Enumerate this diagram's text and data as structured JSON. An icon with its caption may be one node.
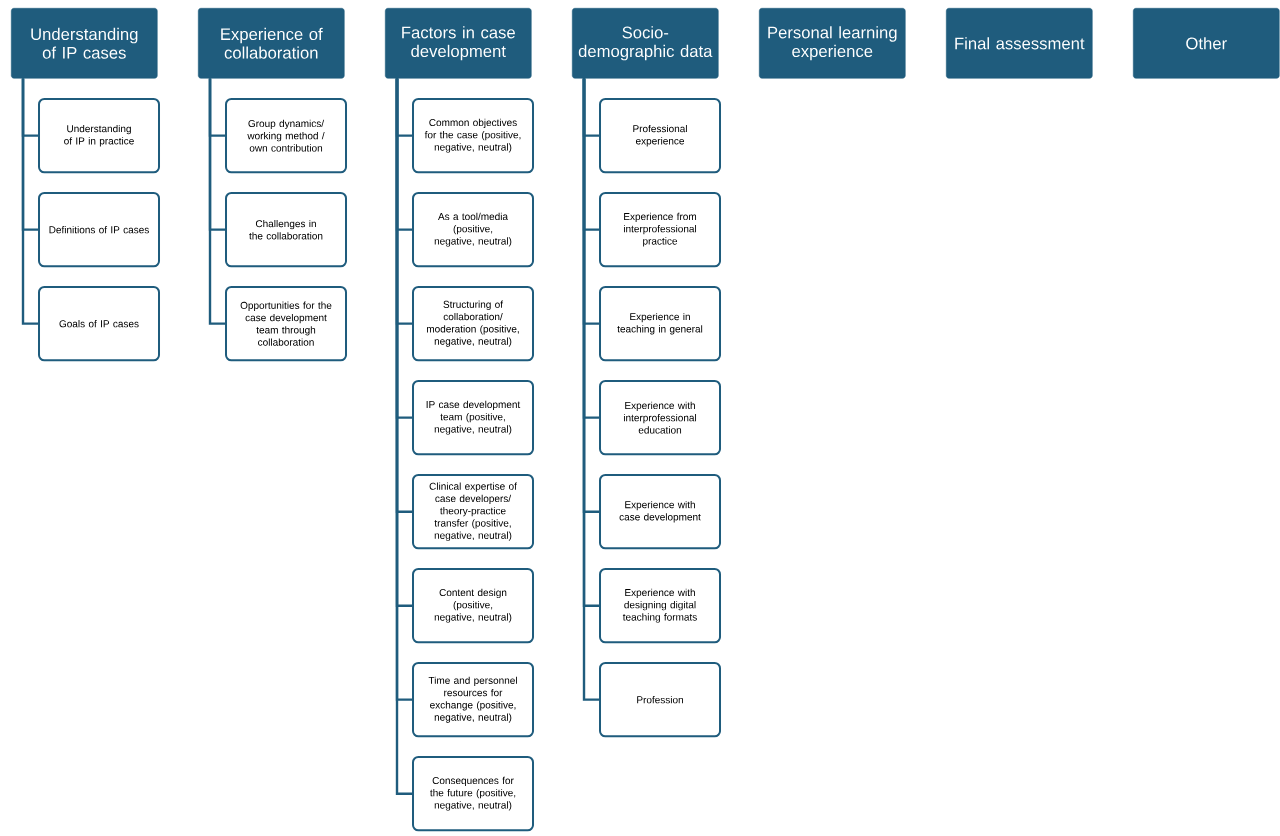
{
  "diagram": {
    "nodes": [
      {
        "text": [
          "Understanding of IP cases"
        ]
      },
      {
        "text": [
          "Understanding of IP in practice"
        ]
      },
      {
        "text": [
          "Definitions of IP cases"
        ]
      },
      {
        "text": [
          "Goals of IP cases"
        ]
      },
      {
        "text": [
          "Experience of collaboration"
        ]
      },
      {
        "text": [
          "Group dynamics/ working method / own contribution"
        ]
      },
      {
        "text": [
          "Challenges in the collaboration"
        ]
      },
      {
        "text": [
          "Opportunities for the case development team through collaboration"
        ]
      },
      {
        "text": [
          "Factors in case development"
        ]
      },
      {
        "text": [
          "Common objectives for the case (positive, negative, neutral)"
        ]
      },
      {
        "text": [
          "As a tool/media (positive, negative, neutral)"
        ]
      },
      {
        "text": [
          "Structuring of collaboration/ moderation (positive, negative, neutral)"
        ]
      },
      {
        "text": [
          "IP case development team (positive, negative, neutral)"
        ]
      },
      {
        "text": [
          "Clinical expertise of case developers/ theory-practice transfer (positive, negative, neutral)"
        ]
      },
      {
        "text": [
          "Content design (positive, negative, neutral)"
        ]
      },
      {
        "text": [
          "Time and personnel resources for exchange (positive, negative, neutral)"
        ]
      },
      {
        "text": [
          "Consequences for the future (positive, negative, neutral)"
        ]
      },
      {
        "text": [
          "Socio-demographic data"
        ]
      },
      {
        "text": [
          "Professional experience"
        ]
      },
      {
        "text": [
          "Experience from interprofessional practice"
        ]
      },
      {
        "text": [
          "Experience in teaching in general"
        ]
      },
      {
        "text": [
          "Experience with interprofessional education"
        ]
      },
      {
        "text": [
          "Experience with case development"
        ]
      },
      {
        "text": [
          "Experience with designing digital teaching formats"
        ]
      },
      {
        "text": [
          "Profession"
        ]
      },
      {
        "text": [
          "Personal learning experience"
        ]
      },
      {
        "text": [
          "Final assessment"
        ]
      },
      {
        "text": [
          "Other"
        ]
      }
    ],
    "edges": [
      {
        "from": 0,
        "to": 1,
        "arrow": "none"
      },
      {
        "from": 0,
        "to": 2,
        "arrow": "none"
      },
      {
        "from": 0,
        "to": 3,
        "arrow": "none"
      },
      {
        "from": 4,
        "to": 5,
        "arrow": "none"
      },
      {
        "from": 4,
        "to": 6,
        "arrow": "none"
      },
      {
        "from": 4,
        "to": 7,
        "arrow": "none"
      },
      {
        "from": 8,
        "to": 9,
        "arrow": "none"
      },
      {
        "from": 8,
        "to": 10,
        "arrow": "none"
      },
      {
        "from": 8,
        "to": 11,
        "arrow": "none"
      },
      {
        "from": 8,
        "to": 12,
        "arrow": "none"
      },
      {
        "from": 8,
        "to": 13,
        "arrow": "none"
      },
      {
        "from": 8,
        "to": 14,
        "arrow": "none"
      },
      {
        "from": 8,
        "to": 15,
        "arrow": "none"
      },
      {
        "from": 8,
        "to": 16,
        "arrow": "none"
      },
      {
        "from": 17,
        "to": 18,
        "arrow": "none"
      },
      {
        "from": 17,
        "to": 19,
        "arrow": "none"
      },
      {
        "from": 17,
        "to": 20,
        "arrow": "none"
      },
      {
        "from": 17,
        "to": 21,
        "arrow": "none"
      },
      {
        "from": 17,
        "to": 22,
        "arrow": "none"
      },
      {
        "from": 17,
        "to": 23,
        "arrow": "none"
      },
      {
        "from": 17,
        "to": 24,
        "arrow": "none"
      }
    ]
  }
}
